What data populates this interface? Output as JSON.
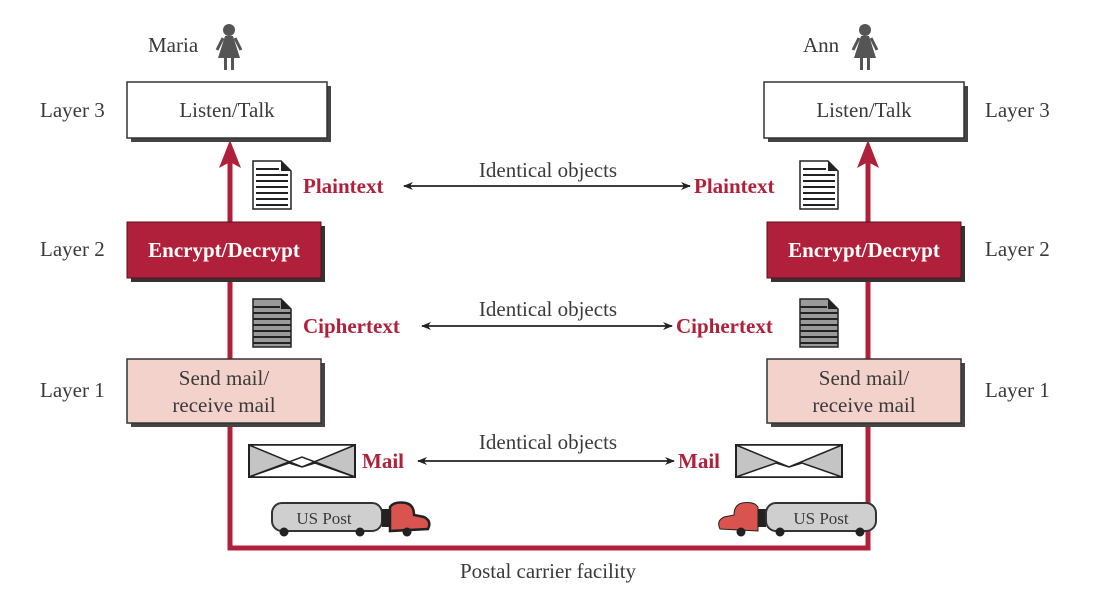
{
  "diagram": {
    "left_person": {
      "name": "Maria",
      "icon": "person-icon"
    },
    "right_person": {
      "name": "Ann",
      "icon": "person-icon"
    },
    "layers": [
      {
        "label": "Layer 3",
        "box_text": [
          "Listen/Talk"
        ],
        "style": "white"
      },
      {
        "label": "Layer 2",
        "box_text": [
          "Encrypt/Decrypt"
        ],
        "style": "red"
      },
      {
        "label": "Layer 1",
        "box_text": [
          "Send mail/",
          "receive mail"
        ],
        "style": "pink"
      }
    ],
    "objects": [
      {
        "left": "Plaintext",
        "right": "Plaintext",
        "relation": "Identical objects",
        "icon": "document-icon"
      },
      {
        "left": "Ciphertext",
        "right": "Ciphertext",
        "relation": "Identical objects",
        "icon": "document-shaded-icon"
      },
      {
        "left": "Mail",
        "right": "Mail",
        "relation": "Identical objects",
        "icon": "envelope-icon"
      }
    ],
    "truck_label": "US Post",
    "bottom_label": "Postal carrier facility",
    "colors": {
      "path_red": "#b0203a",
      "encrypt_box": "#b0203a",
      "mail_box": "#f3d2cb",
      "truck_cab": "#d9534f",
      "truck_trailer": "#cfcfcf",
      "text_red": "#b0203a"
    }
  }
}
